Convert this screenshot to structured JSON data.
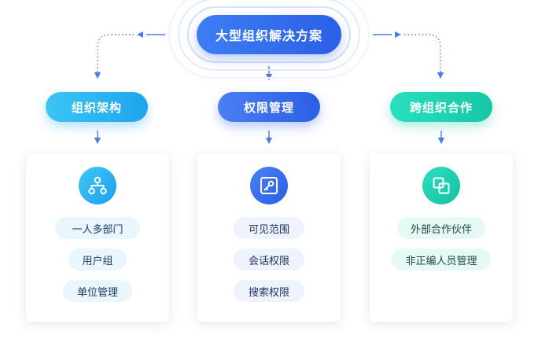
{
  "main": {
    "title": "大型组织解决方案"
  },
  "categories": [
    {
      "title": "组织架构",
      "icon": "org-chart-icon",
      "items": [
        "一人多部门",
        "用户组",
        "单位管理"
      ]
    },
    {
      "title": "权限管理",
      "icon": "key-icon",
      "items": [
        "可见范围",
        "会话权限",
        "搜索权限"
      ]
    },
    {
      "title": "跨组织合作",
      "icon": "link-squares-icon",
      "items": [
        "外部合作伙伴",
        "非正编人员管理"
      ]
    }
  ],
  "colors": {
    "main": "#3170ee",
    "org": "#29b3f1",
    "permission": "#386deb",
    "cooperation": "#1fd1b1",
    "connector": "#4a7be8"
  }
}
